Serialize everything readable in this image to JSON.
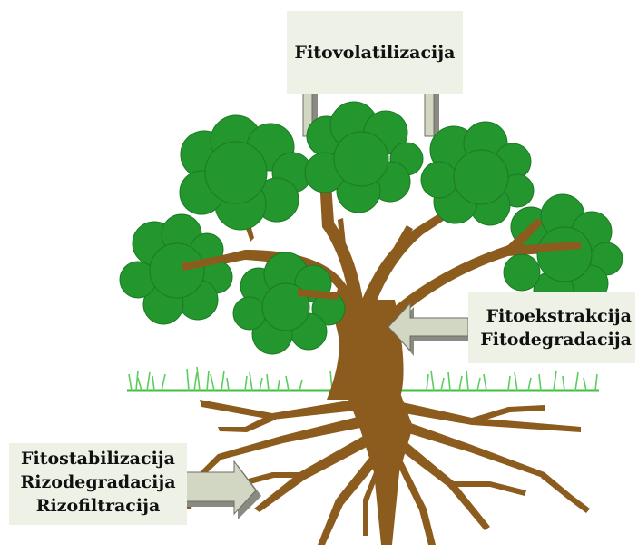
{
  "labels": {
    "top": "Fitovolatilizacija",
    "right": [
      "Fitoekstrakcija",
      "Fitodegradacija"
    ],
    "left": [
      "Fitostabilizacija",
      "Rizodegradacija",
      "Rizofiltracija"
    ]
  },
  "colors": {
    "trunk": "#8c5c1f",
    "canopy": "#23962d",
    "canopy_edge": "#1c7a24",
    "grass": "#5ccd5c",
    "ground_line": "#3fbf3f",
    "label_box": "#eef2e6",
    "arrow_fill": "#d2d7c3",
    "arrow_shade": "#8a8a82"
  }
}
